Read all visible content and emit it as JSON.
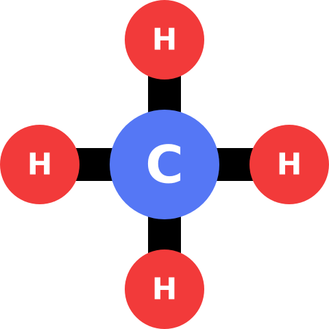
{
  "colors": {
    "background": "#ffffff",
    "bond": "#000000",
    "hydrogen": "#f23a3a",
    "carbon": "#5577f5",
    "label": "#ffffff"
  },
  "molecule": {
    "center": {
      "label": "C"
    },
    "hydrogens": [
      {
        "label": "H"
      },
      {
        "label": "H"
      },
      {
        "label": "H"
      },
      {
        "label": "H"
      }
    ]
  }
}
